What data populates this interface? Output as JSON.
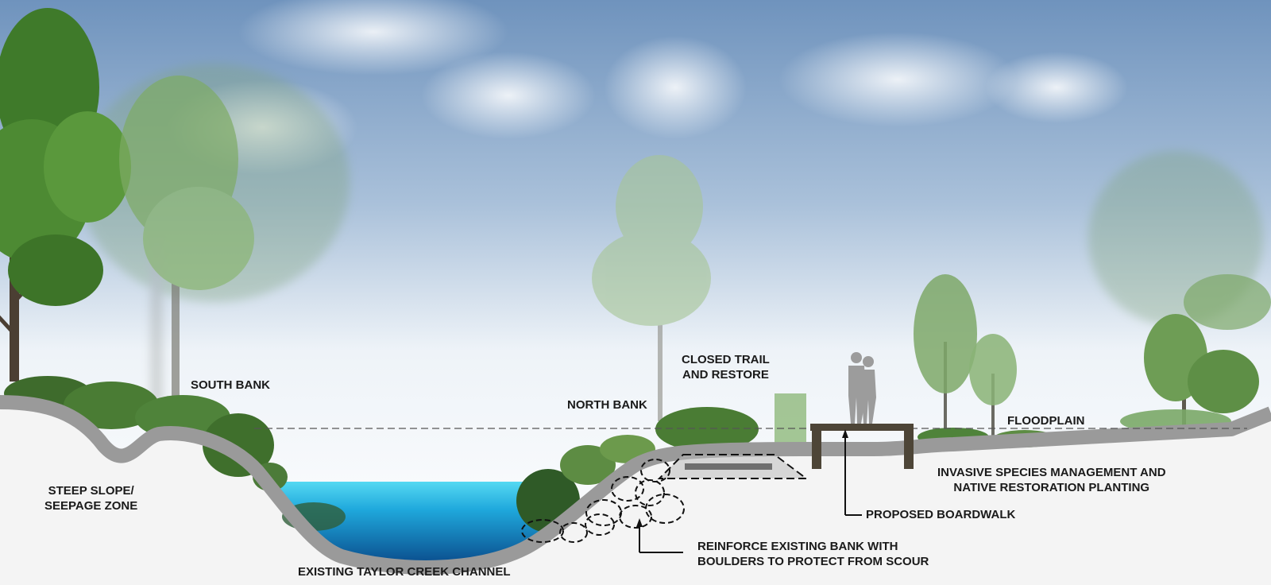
{
  "labels": {
    "south_bank": "SOUTH BANK",
    "north_bank": "NORTH BANK",
    "closed_trail": [
      "CLOSED TRAIL",
      "AND RESTORE"
    ],
    "floodplain": "FLOODPLAIN",
    "steep_slope": [
      "STEEP SLOPE/",
      "SEEPAGE ZONE"
    ],
    "invasive_species": [
      "INVASIVE SPECIES MANAGEMENT AND",
      "NATIVE RESTORATION PLANTING"
    ],
    "proposed_boardwalk": "PROPOSED BOARDWALK",
    "reinforce_bank": [
      "REINFORCE EXISTING BANK WITH",
      "BOULDERS TO PROTECT FROM SCOUR"
    ],
    "creek_channel": "EXISTING TAYLOR CREEK CHANNEL"
  },
  "colors": {
    "sky_top": "#6f93bd",
    "sky_bottom": "#ffffff",
    "ground_cut": "#9a9a9a",
    "ground_fill": "#f4f4f4",
    "water_light": "#48d2ee",
    "water_dark": "#0d5f9c",
    "foliage_dark": "#3e6b2c",
    "foliage_light": "#8fb97c",
    "boardwalk": "#4d4537",
    "figure": "#9c9c9c"
  },
  "icons": [
    "tree-icon",
    "shrub-icon",
    "people-silhouette-icon",
    "boulder-outline-icon",
    "leader-arrow-icon"
  ]
}
